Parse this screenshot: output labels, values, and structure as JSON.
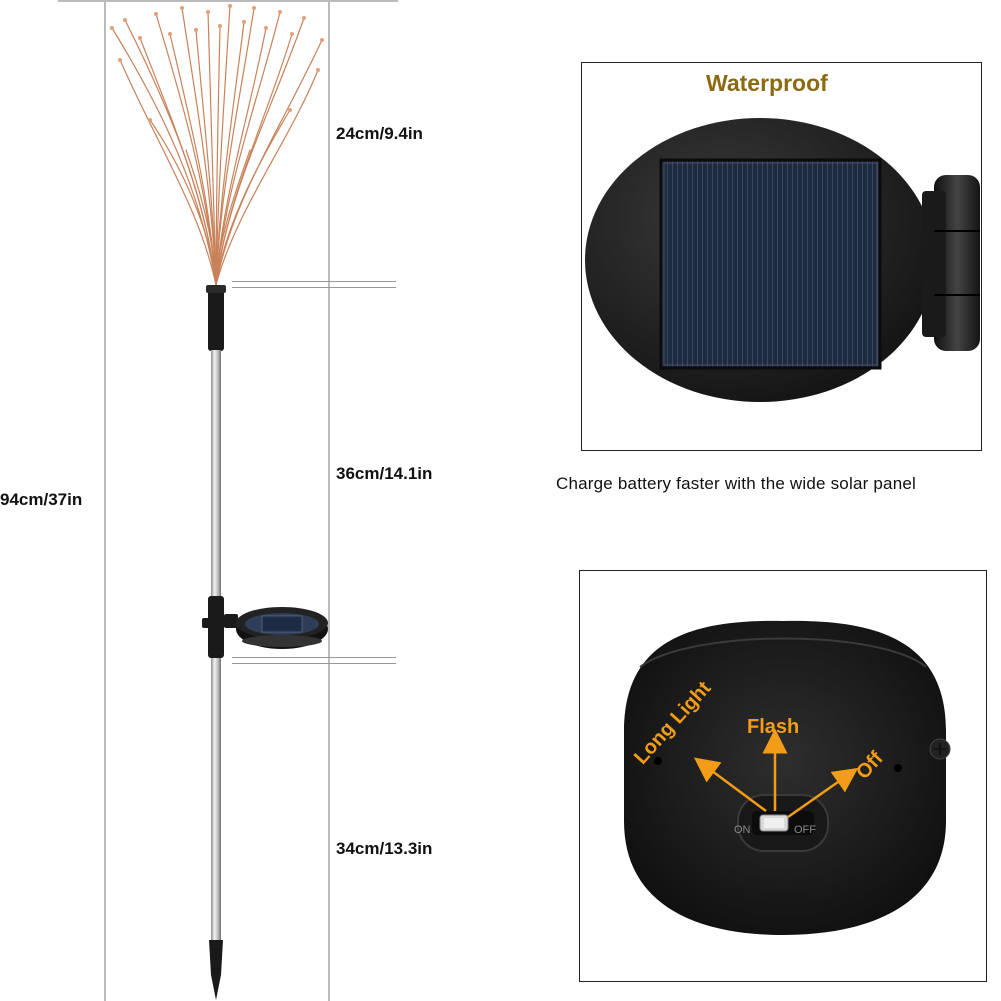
{
  "dimensions": {
    "top_section": "24cm/9.4in",
    "middle_section": "36cm/14.1in",
    "bottom_section": "34cm/13.3in",
    "total_height": "94cm/37in"
  },
  "solar_panel_box": {
    "title": "Waterproof",
    "caption": "Charge battery faster with the wide solar panel"
  },
  "switch_box": {
    "mode_long_light": "Long Light",
    "mode_flash": "Flash",
    "mode_off": "Off",
    "switch_text_left": "ON",
    "switch_text_right": "OFF"
  },
  "colors": {
    "label_orange": "#f39c18",
    "title_gold": "#8a6a12",
    "wire_copper": "#c8825a"
  }
}
